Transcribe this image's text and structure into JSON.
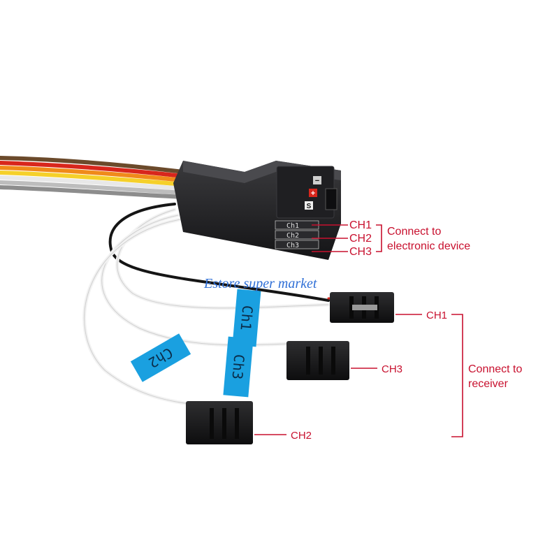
{
  "device": {
    "port_labels": [
      "Ch1",
      "Ch2",
      "Ch3"
    ],
    "pin_labels": {
      "signal": "S",
      "plus": "+",
      "minus": "−"
    }
  },
  "annotations": {
    "device_channels": [
      "CH1",
      "CH2",
      "CH3"
    ],
    "device_note_line1": "Connect to",
    "device_note_line2": "electronic device",
    "receiver_ch1": "CH1",
    "receiver_ch3": "CH3",
    "receiver_ch2": "CH2",
    "receiver_note_line1": "Connect to",
    "receiver_note_line2": "receiver"
  },
  "tags": {
    "tag_ch1": "Ch1",
    "tag_ch3": "Ch3",
    "tag_ch2": "Ch2"
  },
  "watermark": "Estore super market",
  "colors": {
    "accent_red": "#c8102e",
    "tag_blue": "#1aa0e0",
    "housing_black": "#1c1c1e",
    "watermark_blue": "#2f6fd6"
  }
}
